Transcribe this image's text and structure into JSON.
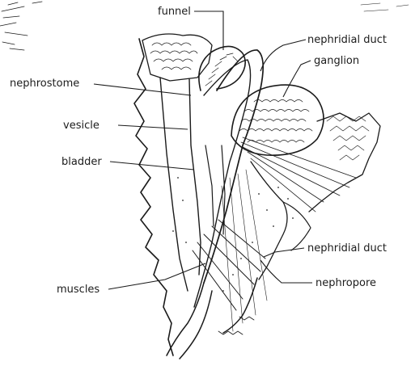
{
  "labels": {
    "funnel": "funnel",
    "nephridial_duct_upper": "nephridial duct",
    "ganglion": "ganglion",
    "nephrostome": "nephrostome",
    "vesicle": "vesicle",
    "bladder": "bladder",
    "nephridial_duct_lower": "nephridial duct",
    "muscles": "muscles",
    "nephropore": "nephropore"
  }
}
